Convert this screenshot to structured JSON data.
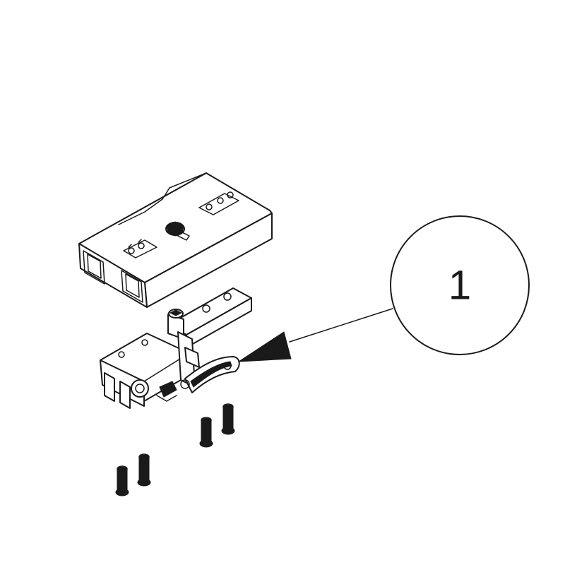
{
  "callout": {
    "label": "1"
  },
  "parts": [
    {
      "name": "connector-housing",
      "count": 1
    },
    {
      "name": "hinge-mechanism",
      "count": 1
    },
    {
      "name": "screw",
      "count": 4
    }
  ],
  "colors": {
    "line": "#1a1a1a",
    "background": "#ffffff"
  }
}
